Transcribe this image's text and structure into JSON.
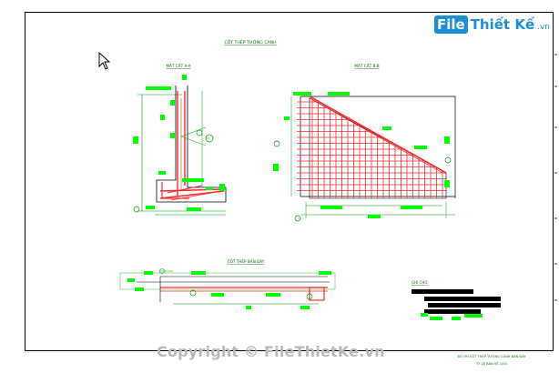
{
  "logo": {
    "brand_box": "File",
    "brand_text": "Thiết Kế",
    "domain": ".vn"
  },
  "watermark": {
    "text": "Copyright © FileThietKe.vn"
  },
  "drawing": {
    "main_title": "CỐT THÉP TƯỜNG CÁNH",
    "section_left": "MẶT CẮT A-A",
    "section_right": "MẶT CẮT B-B",
    "bottom_title": "CỐT THÉP BẢN ĐÁY",
    "notes_title": "GHI CHÚ:",
    "title_block_line1": "BỐ TRÍ CỐT THÉP TƯỜNG CÁNH BẢN ĐÁY",
    "title_block_line2": "TỶ LỆ BẢN VẼ 1/50"
  },
  "colors": {
    "rebar": "#ff2a2a",
    "dim_line": "#00a000",
    "tag": "#00ff00",
    "outline": "#000000",
    "hatch": "#cc0000",
    "label_text": "#0a6e0a",
    "brand": "#1b8fd6"
  }
}
